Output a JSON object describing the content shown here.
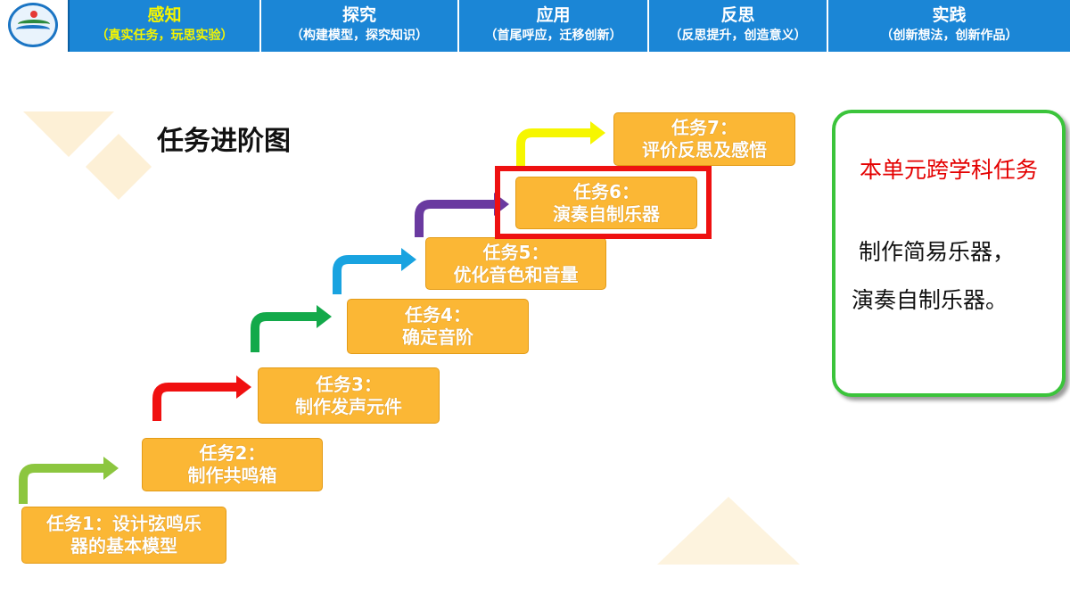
{
  "nav": {
    "tabs": [
      {
        "title": "感知",
        "subtitle": "（真实任务，玩思实验）",
        "active": true
      },
      {
        "title": "探究",
        "subtitle": "（构建模型，探究知识）",
        "active": false
      },
      {
        "title": "应用",
        "subtitle": "（首尾呼应，迁移创新）",
        "active": false
      },
      {
        "title": "反思",
        "subtitle": "（反思提升，创造意义）",
        "active": false
      },
      {
        "title": "实践",
        "subtitle": "（创新想法，创新作品）",
        "active": false
      }
    ]
  },
  "page_title": "任务进阶图",
  "tasks": [
    {
      "line1": "任务1：设计弦鸣乐",
      "line2": "器的基本模型"
    },
    {
      "line1": "任务2：",
      "line2": "制作共鸣箱"
    },
    {
      "line1": "任务3：",
      "line2": "制作发声元件"
    },
    {
      "line1": "任务4：",
      "line2": "确定音阶"
    },
    {
      "line1": "任务5：",
      "line2": "优化音色和音量"
    },
    {
      "line1": "任务6：",
      "line2": "演奏自制乐器"
    },
    {
      "line1": "任务7：",
      "line2": "评价反思及感悟"
    }
  ],
  "highlighted_task": 6,
  "arrow_colors": [
    "#8cc63f",
    "#f01010",
    "#13a94a",
    "#19a3e0",
    "#6a3aa0",
    "#f6f600"
  ],
  "note": {
    "heading": "本单元跨学科任务",
    "line1": "制作简易乐器，",
    "line2": "演奏自制乐器。"
  },
  "colors": {
    "nav_bg": "#1b86d6",
    "task_fill": "#fbb735",
    "highlight": "#ee1111",
    "note_border": "#3bc43b"
  }
}
